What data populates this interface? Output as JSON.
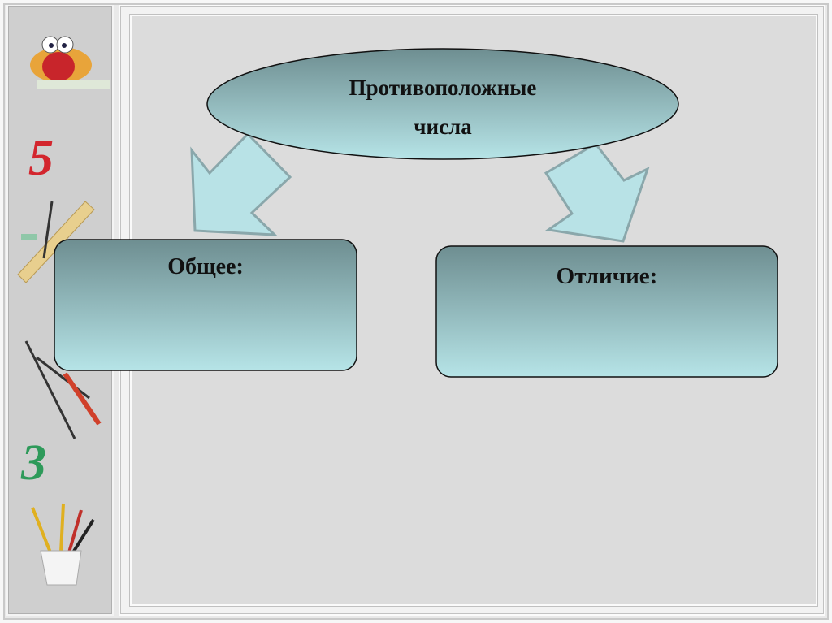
{
  "title": {
    "line1": "Противоположные",
    "line2": "числа"
  },
  "left_box": {
    "label": "Общее:"
  },
  "right_box": {
    "label": "Отличие:"
  },
  "decor": {
    "digit_top": "5",
    "digit_bottom": "3"
  },
  "colors": {
    "box_top": "#6e8e91",
    "box_bottom": "#b6e4e7",
    "arrow_fill": "#b8e2e6",
    "arrow_stroke": "#8aa7ab",
    "digit5": "#d3262e",
    "digit3": "#2e9a5a"
  }
}
